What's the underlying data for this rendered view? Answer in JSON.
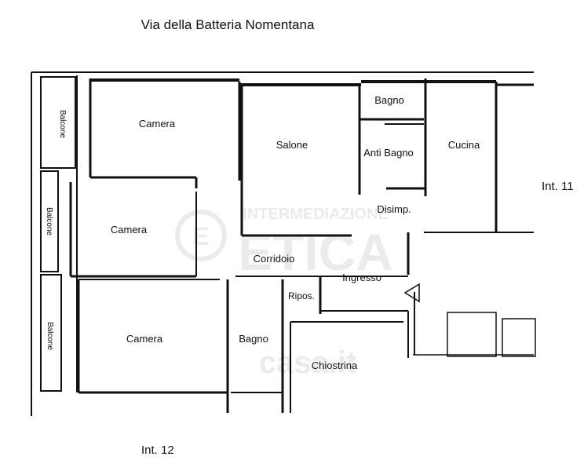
{
  "street": "Via della Batteria Nomentana",
  "neighbors": {
    "right": "Int. 11",
    "bottom": "Int. 12"
  },
  "rooms": {
    "balcone_1": "Balcone",
    "balcone_2": "Balcone",
    "balcone_3": "Balcone",
    "camera_1": "Camera",
    "camera_2": "Camera",
    "camera_3": "Camera",
    "salone": "Salone",
    "bagno_1": "Bagno",
    "anti_bagno": "Anti Bagno",
    "cucina": "Cucina",
    "disimp": "Disimp.",
    "corridoio": "Corridoio",
    "ingresso": "Ingresso",
    "ripos": "Ripos.",
    "bagno_2": "Bagno",
    "chiostrina": "Chiostrina"
  },
  "watermark": {
    "line1": "INTERMEDIAZIONE",
    "line2": "ETICA",
    "brand": "casa.it"
  }
}
